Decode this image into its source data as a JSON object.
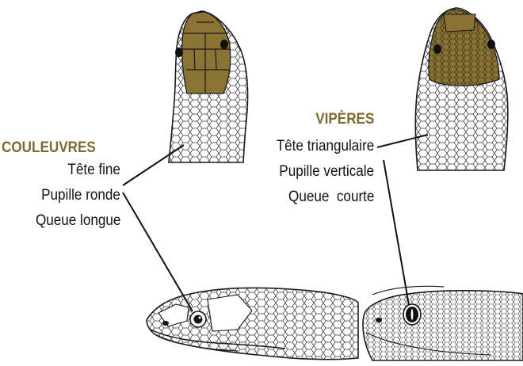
{
  "couleuvres": {
    "title": "COULEUVRES",
    "lines": [
      "Tête fine",
      "Pupille ronde",
      "Queue longue"
    ]
  },
  "viperes": {
    "title": "VIPÈRES",
    "lines": [
      "Tête triangulaire",
      "Pupille verticale",
      "Queue  courte"
    ]
  },
  "colors": {
    "accent": "#7d6a2f",
    "head_fill": "#8b7336",
    "outline": "#1a1a1a"
  },
  "icons": {
    "couleuvre_top": "grass-snake-head-top-view",
    "couleuvre_side": "grass-snake-head-side-view",
    "vipere_top": "viper-head-top-view",
    "vipere_side": "viper-head-side-view"
  }
}
